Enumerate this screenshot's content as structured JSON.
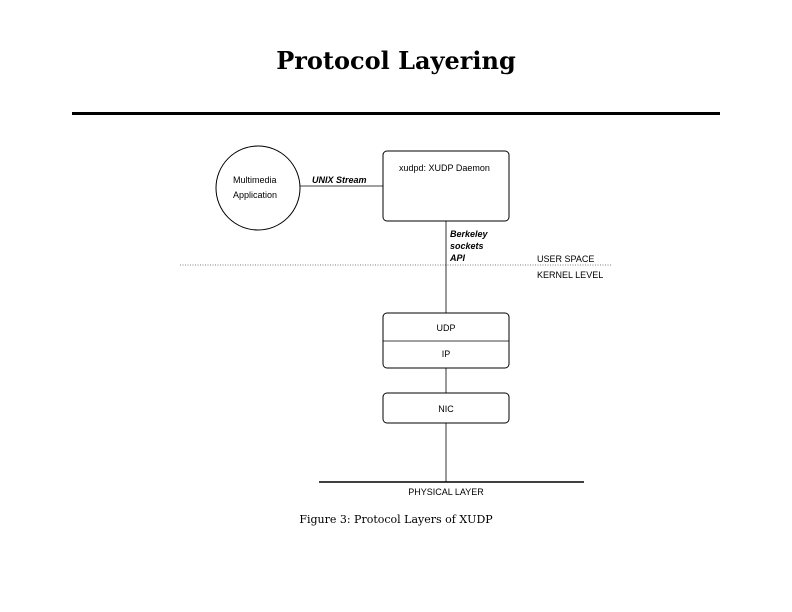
{
  "page": {
    "title": "Protocol Layering",
    "caption": "Figure 3: Protocol Layers of XUDP"
  },
  "diagram": {
    "app_node": {
      "line1": "Multimedia",
      "line2": "Application"
    },
    "unix_stream_label": "UNIX Stream",
    "daemon_box": "xudpd: XUDP Daemon",
    "api_label": {
      "line1": "Berkeley",
      "line2": "sockets",
      "line3": "API"
    },
    "user_space_label": "USER SPACE",
    "kernel_level_label": "KERNEL LEVEL",
    "udp_box": "UDP",
    "ip_box": "IP",
    "nic_box": "NIC",
    "physical_layer_label": "PHYSICAL LAYER"
  }
}
